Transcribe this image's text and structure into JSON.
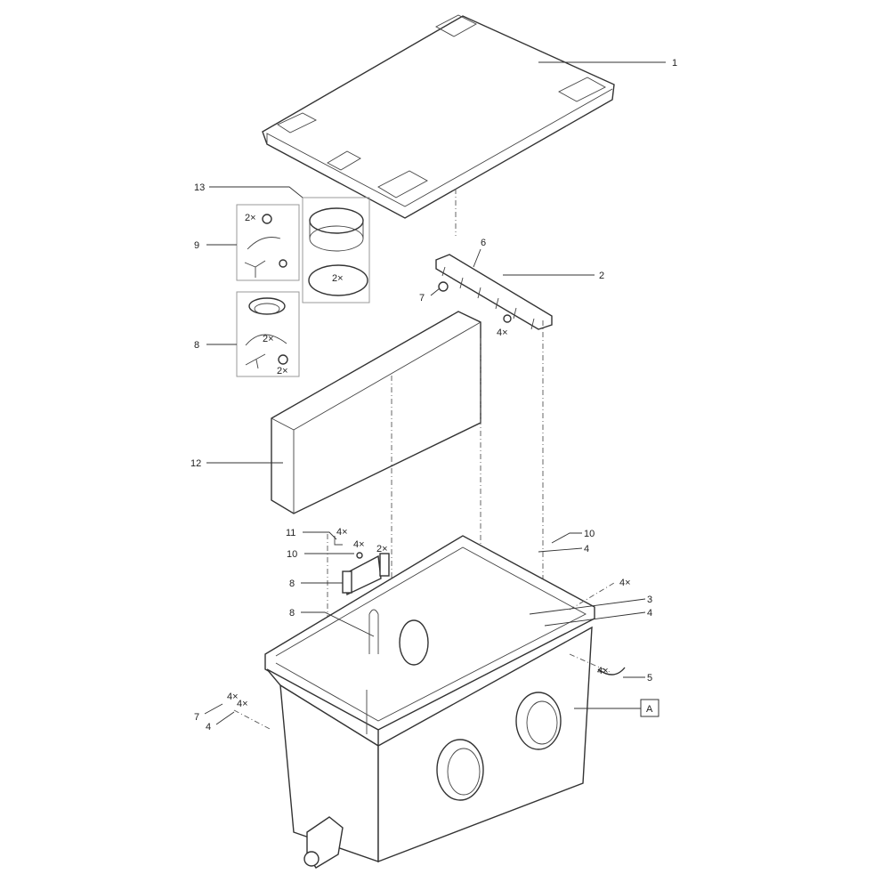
{
  "title_labels": {
    "p1": "1",
    "p13": "13",
    "p9": "9",
    "p6": "6",
    "p2": "2",
    "p7a": "7",
    "q4a": "4×",
    "p8a": "8",
    "p12": "12",
    "p11": "11",
    "q4b": "4×",
    "q4c": "4×",
    "q2a": "2×",
    "p10a": "10",
    "p8b": "8",
    "p10b": "10",
    "p4a": "4",
    "p8c": "8",
    "q4d": "4×",
    "p3": "3",
    "p4b": "4",
    "q4e": "4×",
    "p5": "5",
    "pA": "A",
    "p7b": "7",
    "q4f": "4×",
    "q4g": "4×",
    "p4c": "4",
    "q2b": "2×",
    "q2c": "2×",
    "q2d": "2×",
    "q2e": "2×"
  }
}
